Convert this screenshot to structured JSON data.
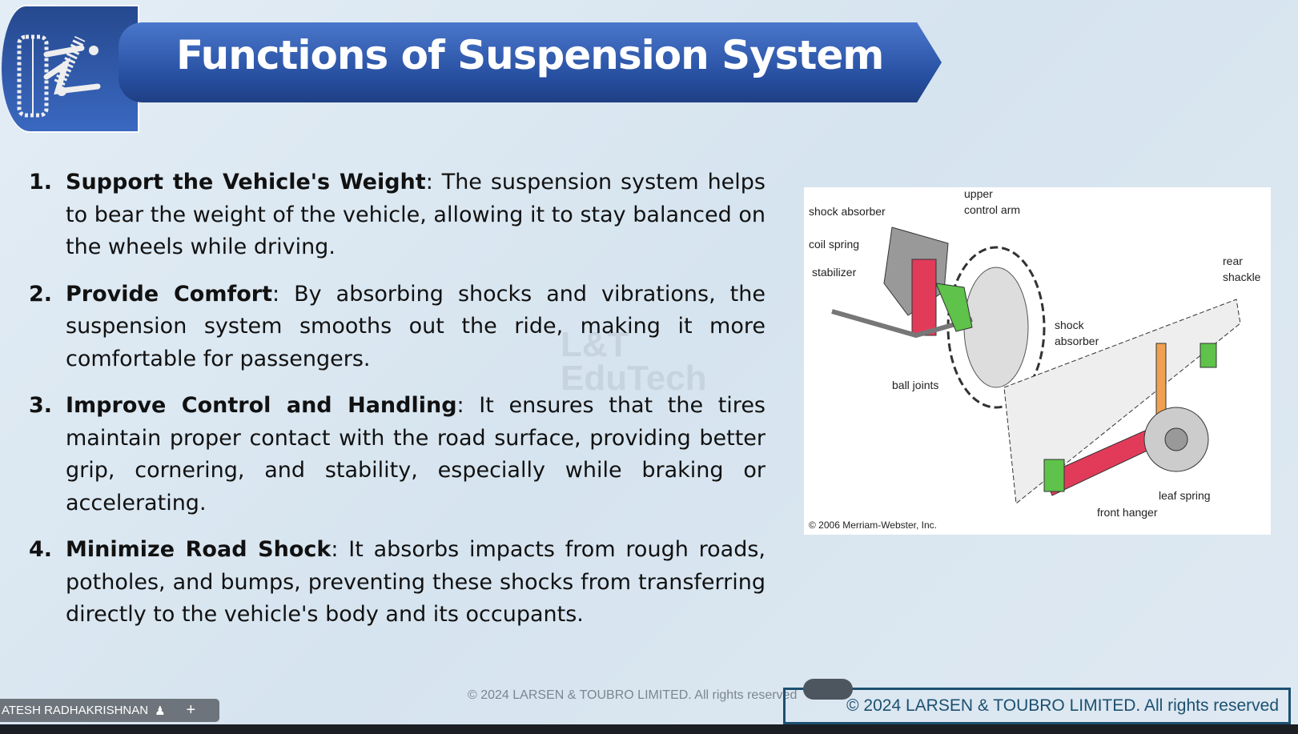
{
  "slide": {
    "title": "Functions of Suspension System",
    "watermark": "L&T EduTech",
    "items": [
      {
        "num": "1.",
        "bold": "Support the Vehicle's Weight",
        "text": ": The suspension system helps to bear the weight of the vehicle, allowing it to stay balanced on the wheels while driving."
      },
      {
        "num": "2.",
        "bold": "Provide Comfort",
        "text": ": By absorbing shocks and vibrations, the suspension system smooths out the ride, making it more comfortable for passengers."
      },
      {
        "num": "3.",
        "bold": "Improve Control and Handling",
        "text": ": It ensures that the tires maintain proper contact with the road surface, providing better grip, cornering, and stability, especially while braking or accelerating."
      },
      {
        "num": "4.",
        "bold": "Minimize Road Shock",
        "text": ": It absorbs impacts from rough roads, potholes, and bumps, preventing these shocks from transferring directly to the vehicle's body and its occupants."
      }
    ],
    "diagram": {
      "labels": {
        "shock_absorber": "shock absorber",
        "upper_control_arm": "upper\ncontrol arm",
        "coil_spring": "coil spring",
        "stabilizer": "stabilizer",
        "ball_joints": "ball joints",
        "rear_shackle": "rear\nshackle",
        "shock_absorber_rear": "shock\nabsorber",
        "leaf_spring": "leaf spring",
        "front_hanger": "front hanger"
      },
      "credit": "© 2006 Merriam-Webster, Inc."
    },
    "footer_center": "© 2024 LARSEN & TOUBRO LIMITED. All rights reserved",
    "footer_box": "© 2024 LARSEN & TOUBRO LIMITED. All rights reserved"
  },
  "presenter": {
    "name": "ATESH RADHAKRISHNAN",
    "add_label": "+"
  }
}
